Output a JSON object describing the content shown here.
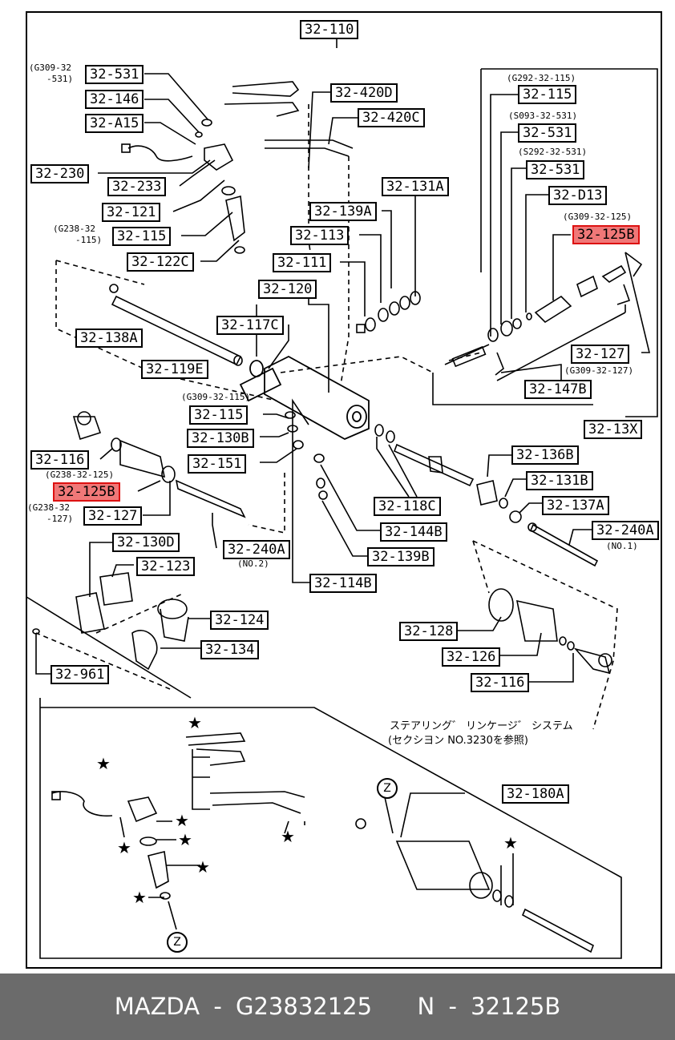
{
  "labels": {
    "l32_110": "32-110",
    "l32_531_a": "32-531",
    "l32_146": "32-146",
    "l32_A15": "32-A15",
    "l32_230": "32-230",
    "l32_233": "32-233",
    "l32_121": "32-121",
    "l32_115_a": "32-115",
    "l32_122C": "32-122C",
    "l32_420D": "32-420D",
    "l32_420C": "32-420C",
    "l32_131A": "32-131A",
    "l32_139A": "32-139A",
    "l32_113": "32-113",
    "l32_111": "32-111",
    "l32_120": "32-120",
    "l32_117C": "32-117C",
    "l32_138A": "32-138A",
    "l32_119E": "32-119E",
    "l32_115_b": "32-115",
    "l32_531_b": "32-531",
    "l32_531_c": "32-531",
    "l32_D13": "32-D13",
    "l32_125B_a": "32-125B",
    "l32_127_a": "32-127",
    "l32_147B": "32-147B",
    "l32_13X": "32-13X",
    "l32_115_c": "32-115",
    "l32_130B": "32-130B",
    "l32_151": "32-151",
    "l32_116_a": "32-116",
    "l32_125B_b": "32-125B",
    "l32_127_b": "32-127",
    "l32_240A_a": "32-240A",
    "l32_136B": "32-136B",
    "l32_131B": "32-131B",
    "l32_137A": "32-137A",
    "l32_118C": "32-118C",
    "l32_144B": "32-144B",
    "l32_139B": "32-139B",
    "l32_114B": "32-114B",
    "l32_240A_b": "32-240A",
    "l32_130D": "32-130D",
    "l32_123": "32-123",
    "l32_124": "32-124",
    "l32_134": "32-134",
    "l32_961": "32-961",
    "l32_128": "32-128",
    "l32_126": "32-126",
    "l32_116_b": "32-116",
    "l32_180A": "32-180A"
  },
  "notes": {
    "n_g309_531_1": "(G309-32",
    "n_g309_531_2": "-531)",
    "n_g238_115_1": "(G238-32",
    "n_g238_115_2": "-115)",
    "n_g292_115": "(G292-32-115)",
    "n_s093_531": "(S093-32-531)",
    "n_s292_531": "(S292-32-531)",
    "n_g309_125": "(G309-32-125)",
    "n_g309_127": "(G309-32-127)",
    "n_g309_115": "(G309-32-115)",
    "n_g238_125": "(G238-32-125)",
    "n_g238_127_1": "(G238-32",
    "n_g238_127_2": "-127)",
    "n_no2": "(NO.2)",
    "n_no1": "(NO.1)"
  },
  "japanese": {
    "line1": "ステアリング゛ リンケージ゛ システム",
    "line2": "(セクシヨン NO.3230を参照)"
  },
  "markers": {
    "star": "★",
    "z": "Z"
  },
  "colors": {
    "highlight": "#f07878",
    "footer_bg": "#6b6b6b"
  },
  "footer": {
    "brand": "MAZDA",
    "part_number": "G23832125",
    "ref_prefix": "N",
    "ref_number": "32125B",
    "sep": "-"
  }
}
